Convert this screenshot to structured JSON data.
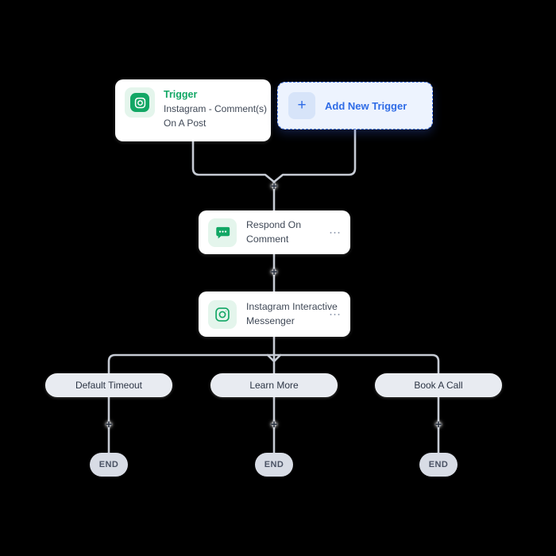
{
  "colors": {
    "background": "#000000",
    "card_bg": "#ffffff",
    "brand_green": "#12a765",
    "green_light_bg": "#e4f5ec",
    "brand_blue": "#2e6be6",
    "add_card_bg": "#edf3fe",
    "add_chip_bg": "#d7e4f9",
    "connector_line": "#c6cbd4",
    "branch_pill_bg": "#e8ebf1",
    "end_pill_bg": "#d8dce5",
    "node_text": "#3f4856"
  },
  "trigger_card": {
    "label": "Trigger",
    "title": "Instagram - Comment(s) On A Post"
  },
  "add_trigger_card": {
    "plus_icon": "+",
    "label": "Add New Trigger"
  },
  "action_nodes": [
    {
      "title": "Respond On Comment",
      "menu_icon": "⋯"
    },
    {
      "title": "Instagram Interactive Messenger",
      "menu_icon": "⋯"
    }
  ],
  "branch_pills": [
    {
      "label": "Default Timeout"
    },
    {
      "label": "Learn More"
    },
    {
      "label": "Book A Call"
    }
  ],
  "end_nodes": [
    {
      "label": "END"
    },
    {
      "label": "END"
    },
    {
      "label": "END"
    }
  ],
  "connectors": {
    "plus_icon": "+"
  }
}
